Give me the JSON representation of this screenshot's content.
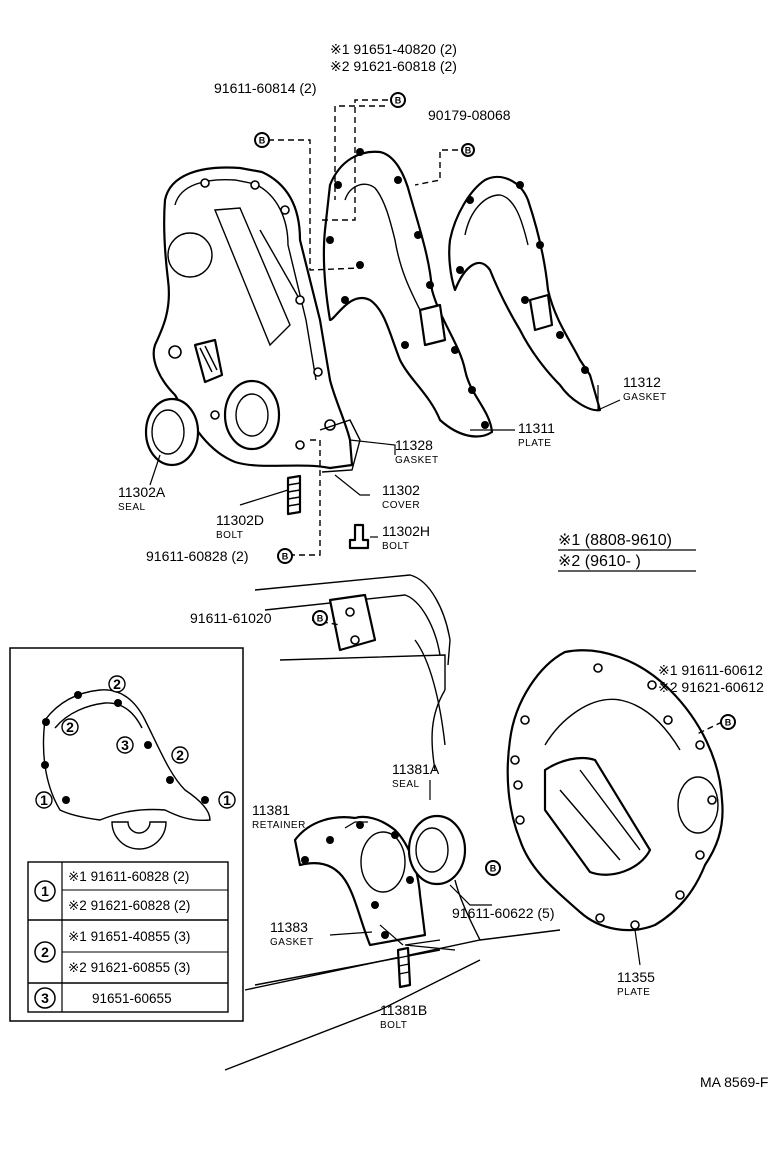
{
  "parts": {
    "p_11302": {
      "number": "11302",
      "name": "COVER"
    },
    "p_11328": {
      "number": "11328",
      "name": "GASKET"
    },
    "p_11311": {
      "number": "11311",
      "name": "PLATE"
    },
    "p_11312": {
      "number": "11312",
      "name": "GASKET"
    },
    "p_11302a": {
      "number": "11302A",
      "name": "SEAL"
    },
    "p_11302d": {
      "number": "11302D",
      "name": "BOLT"
    },
    "p_11302h": {
      "number": "11302H",
      "name": "BOLT"
    },
    "p_11381": {
      "number": "11381",
      "name": "RETAINER"
    },
    "p_11381a": {
      "number": "11381A",
      "name": "SEAL"
    },
    "p_11383": {
      "number": "11383",
      "name": "GASKET"
    },
    "p_11381b": {
      "number": "11381B",
      "name": "BOLT"
    },
    "p_11355": {
      "number": "11355",
      "name": "PLATE"
    }
  },
  "fasteners": {
    "f_top1": "※1 91651-40820 (2)",
    "f_top2": "※2 91621-60818 (2)",
    "f_60814": "91611-60814 (2)",
    "f_08068": "90179-08068",
    "f_60828": "91611-60828 (2)",
    "f_61020": "91611-61020",
    "f_60622": "91611-60622 (5)",
    "f_right1": "※1 91611-60612",
    "f_right2": "※2 91621-60612"
  },
  "bolt_mark": "B",
  "key": {
    "row1": "※1  (8808-9610)",
    "row2": "※2  (9610-       )"
  },
  "callouts": {
    "c1": "1",
    "c2": "2",
    "c3": "3"
  },
  "table": {
    "r1": {
      "num": "1",
      "a": "※1  91611-60828 (2)",
      "b": "※2  91621-60828 (2)"
    },
    "r2": {
      "num": "2",
      "a": "※1  91651-40855 (3)",
      "b": "※2  91621-60855 (3)"
    },
    "r3": {
      "num": "3",
      "a": "91651-60655"
    }
  },
  "figure_code": "MA 8569-F"
}
